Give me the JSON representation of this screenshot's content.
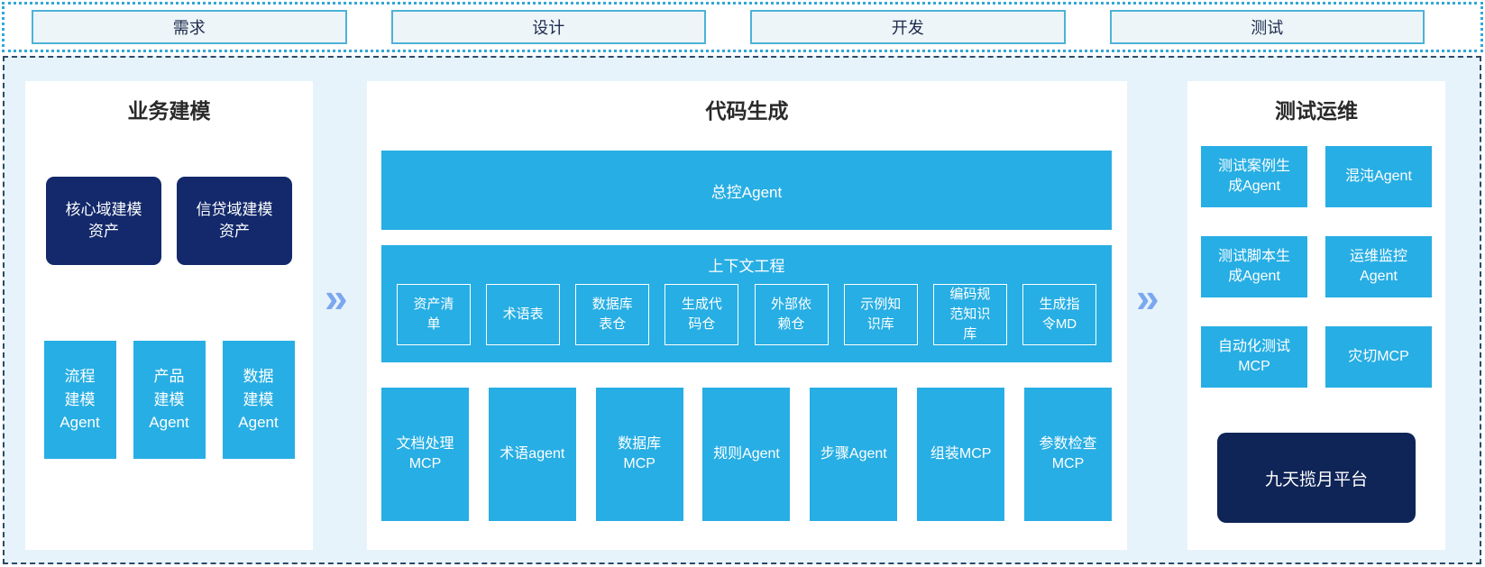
{
  "phases": {
    "items": [
      {
        "label": "需求"
      },
      {
        "label": "设计"
      },
      {
        "label": "开发"
      },
      {
        "label": "测试"
      }
    ]
  },
  "business_modeling": {
    "title": "业务建模",
    "assets": [
      {
        "label": "核心域建模资产"
      },
      {
        "label": "信贷域建模资产"
      }
    ],
    "agents": [
      {
        "label": "流程建模Agent"
      },
      {
        "label": "产品建模Agent"
      },
      {
        "label": "数据建模Agent"
      }
    ]
  },
  "code_generation": {
    "title": "代码生成",
    "master_agent": "总控Agent",
    "context_engineering": {
      "title": "上下文工程",
      "items": [
        {
          "label": "资产清单"
        },
        {
          "label": "术语表"
        },
        {
          "label": "数据库表仓"
        },
        {
          "label": "生成代码仓"
        },
        {
          "label": "外部依赖仓"
        },
        {
          "label": "示例知识库"
        },
        {
          "label": "编码规范知识库"
        },
        {
          "label": "生成指令MD"
        }
      ]
    },
    "tools": [
      {
        "label": "文档处理MCP"
      },
      {
        "label": "术语agent"
      },
      {
        "label": "数据库MCP"
      },
      {
        "label": "规则Agent"
      },
      {
        "label": "步骤Agent"
      },
      {
        "label": "组装MCP"
      },
      {
        "label": "参数检查MCP"
      }
    ]
  },
  "test_ops": {
    "title": "测试运维",
    "boxes": [
      {
        "label": "测试案例生成Agent"
      },
      {
        "label": "混沌Agent"
      },
      {
        "label": "测试脚本生成Agent"
      },
      {
        "label": "运维监控Agent"
      },
      {
        "label": "自动化测试MCP"
      },
      {
        "label": "灾切MCP"
      }
    ],
    "platform": "九天揽月平台"
  },
  "arrows": {
    "glyph": "»"
  },
  "colors": {
    "cyan": "#27aee4",
    "navy": "#13296b",
    "platform_navy": "#0f2557",
    "arrow_blue": "#7ba7f1",
    "region_bg": "#e7f3fb",
    "phase_box_bg": "#eef5f9",
    "phase_border": "#4db2d8",
    "dashed_border": "#2c4a66",
    "dotted_border": "#2fa8d5"
  }
}
